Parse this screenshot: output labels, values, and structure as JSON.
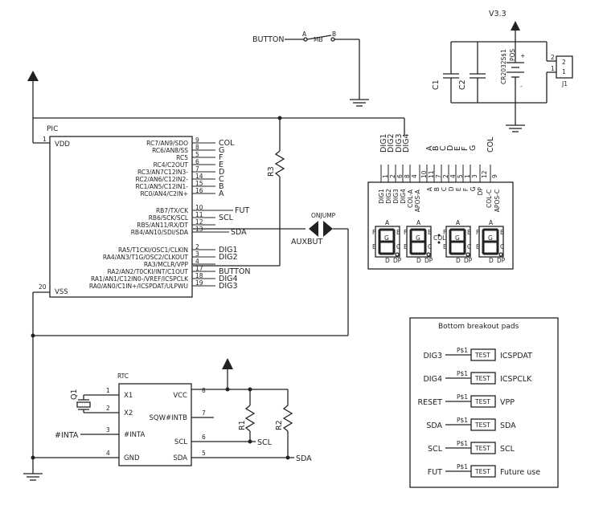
{
  "power": {
    "v33": "V3.3"
  },
  "button": {
    "label": "BUTTON",
    "ref": "MB",
    "pin_a": "A",
    "pin_b": "B"
  },
  "battery": {
    "part": "CR2032S$1",
    "pos": "POS",
    "c1": "C1",
    "c2": "C2",
    "j1": "J1",
    "j1_pin2": "2",
    "j1_pin1": "1",
    "plus": "+",
    "minus": "-"
  },
  "pic": {
    "title": "PIC",
    "vdd_num": "1",
    "vdd": "VDD",
    "vss_num": "20",
    "vss": "VSS",
    "right_pins": [
      {
        "label": "RC7/AN9/SDO",
        "num": "9",
        "net": "COL"
      },
      {
        "label": "RC6/AN8/SS",
        "num": "8",
        "net": "G"
      },
      {
        "label": "RC5",
        "num": "5",
        "net": "F"
      },
      {
        "label": "RC4/C2OUT",
        "num": "6",
        "net": "E"
      },
      {
        "label": "RC3/AN7C12IN3-",
        "num": "7",
        "net": "D"
      },
      {
        "label": "RC2/AN6/C12IN2-",
        "num": "14",
        "net": "C"
      },
      {
        "label": "RC1/AN5/C12IN1-",
        "num": "15",
        "net": "B"
      },
      {
        "label": "RC0/AN4/C2IN+",
        "num": "16",
        "net": "A"
      },
      {
        "label": "RB7/TX/CK",
        "num": "10",
        "net": "FUT"
      },
      {
        "label": "RB6/SCK/SCL",
        "num": "11",
        "net": "SCL"
      },
      {
        "label": "RB5/AN11/RX/DT",
        "num": "12",
        "net": ""
      },
      {
        "label": "RB4/AN10/SDI/SDA",
        "num": "13",
        "net": "SDA"
      },
      {
        "label": "RA5/T1CKI/OSC1/CLKIN",
        "num": "2",
        "net": "DIG1"
      },
      {
        "label": "RA4/AN3/T1G/OSC2/CLKOUT",
        "num": "3",
        "net": "DIG2"
      },
      {
        "label": "RA3/MCLR/VPP",
        "num": "4",
        "net": ""
      },
      {
        "label": "RA2/AN2/T0CKI/INT/C1OUT",
        "num": "17",
        "net": "BUTTON"
      },
      {
        "label": "RA1/AN1/C12IN0-/VREF/ICSPCLK",
        "num": "18",
        "net": "DIG4"
      },
      {
        "label": "RA0/AN0/C1IN+/ICSPDAT/ULPWU",
        "num": "19",
        "net": "DIG3"
      }
    ]
  },
  "r3": "R3",
  "jumper": {
    "name": "ONJUMP",
    "label": "AUXBUT"
  },
  "display": {
    "top_nets": [
      "DIG1",
      "DIG2",
      "DIG3",
      "DIG4",
      "A",
      "B",
      "C",
      "D",
      "E",
      "F",
      "G",
      "COL"
    ],
    "pin_nums": [
      "1",
      "2",
      "6",
      "8",
      "4",
      "10",
      "11",
      "7",
      "2",
      "4",
      "5",
      "1",
      "3",
      "12",
      "9"
    ],
    "inner": [
      "DIG1",
      "DIG2",
      "DIG3",
      "DIG4",
      "COL-A",
      "APOS-A",
      "A",
      "B",
      "C",
      "D",
      "E",
      "F",
      "G",
      "DP",
      "COL-C",
      "APOS-C"
    ],
    "seg_a": "A",
    "seg_b": "B",
    "seg_c": "C",
    "seg_d": "D",
    "seg_e": "E",
    "seg_f": "F",
    "seg_g": "G",
    "seg_dp": "DP",
    "col": "COL"
  },
  "rtc": {
    "title": "RTC",
    "left_pins": [
      {
        "label": "X1",
        "num": "1"
      },
      {
        "label": "X2",
        "num": "2"
      },
      {
        "label": "#INTA",
        "num": "3"
      },
      {
        "label": "GND",
        "num": "4"
      }
    ],
    "right_pins": [
      {
        "label": "VCC",
        "num": "8"
      },
      {
        "label": "SQW#INTB",
        "num": "7"
      },
      {
        "label": "SCL",
        "num": "6"
      },
      {
        "label": "SDA",
        "num": "5"
      }
    ],
    "q1": "Q1",
    "inta_net": "#INTA",
    "r1": "R1",
    "r2": "R2",
    "scl_net": "SCL",
    "sda_net": "SDA"
  },
  "pads": {
    "title": "Bottom breakout pads",
    "rows": [
      {
        "net": "DIG3",
        "pin": "P$1",
        "pad": "TEST",
        "label": "ICSPDAT"
      },
      {
        "net": "DIG4",
        "pin": "P$1",
        "pad": "TEST",
        "label": "ICSPCLK"
      },
      {
        "net": "RESET",
        "pin": "P$1",
        "pad": "TEST",
        "label": "VPP"
      },
      {
        "net": "SDA",
        "pin": "P$1",
        "pad": "TEST",
        "label": "SDA"
      },
      {
        "net": "SCL",
        "pin": "P$1",
        "pad": "TEST",
        "label": "SCL"
      },
      {
        "net": "FUT",
        "pin": "P$1",
        "pad": "TEST",
        "label": "Future use"
      }
    ]
  }
}
